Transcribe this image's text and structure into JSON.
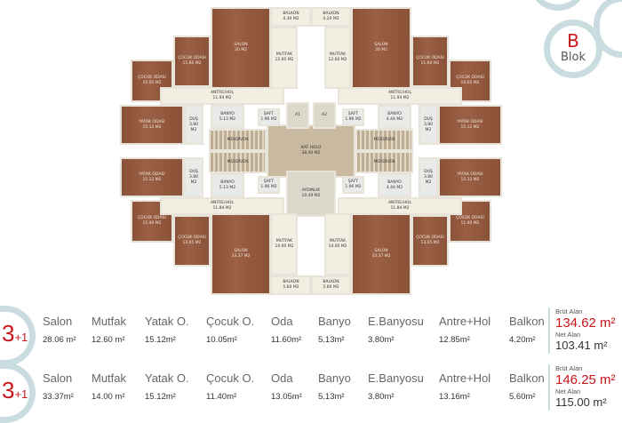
{
  "blok": {
    "letter": "B",
    "label": "Blok"
  },
  "plan": {
    "center": [
      {
        "name": "KAT HOLÜ",
        "area": "38.40 M2"
      },
      {
        "name": "AYDINLIK",
        "area": "10.49 M2"
      },
      {
        "name": "A1",
        "area": ""
      },
      {
        "name": "A2",
        "area": ""
      }
    ],
    "quadrants": [
      {
        "id": "top-left",
        "rooms": [
          {
            "name": "SALON",
            "area": "30 M2"
          },
          {
            "name": "BALKON",
            "area": "4.30 M2"
          },
          {
            "name": "MUTFAK",
            "area": "12.60 M2"
          },
          {
            "name": "ÇOCUK ODASI",
            "area": "11.60 M2"
          },
          {
            "name": "ÇOCUK ODASI",
            "area": "10.05 M2"
          },
          {
            "name": "YATAK ODASI",
            "area": "15.12 M2"
          },
          {
            "name": "DUŞ",
            "area": "3.80 M2"
          },
          {
            "name": "BANYO",
            "area": "5.13 M2"
          },
          {
            "name": "ANTRE/HOL",
            "area": "11.94 M2"
          },
          {
            "name": "ŞAFT",
            "area": "1.96 M2"
          },
          {
            "name": "MERDİVEN",
            "area": ""
          }
        ]
      },
      {
        "id": "top-right",
        "rooms": [
          {
            "name": "SALON",
            "area": "30 M2"
          },
          {
            "name": "BALKON",
            "area": "4.20 M2"
          },
          {
            "name": "MUTFAK",
            "area": "12.60 M2"
          },
          {
            "name": "ÇOCUK ODASI",
            "area": "11.60 M2"
          },
          {
            "name": "ÇOCUK ODASI",
            "area": "10.05 M2"
          },
          {
            "name": "YATAK ODASI",
            "area": "15.12 M2"
          },
          {
            "name": "DUŞ",
            "area": "3.80 M2"
          },
          {
            "name": "BANYO",
            "area": "4.44 M2"
          },
          {
            "name": "ANTRE/HOL",
            "area": "11.94 M2"
          },
          {
            "name": "ŞAFT",
            "area": "1.96 M2"
          },
          {
            "name": "MERDİVEN",
            "area": ""
          }
        ]
      },
      {
        "id": "bottom-left",
        "rooms": [
          {
            "name": "SALON",
            "area": "33.37 M2"
          },
          {
            "name": "BALKON",
            "area": "5.60 M2"
          },
          {
            "name": "MUTFAK",
            "area": "14.00 M2"
          },
          {
            "name": "ÇOCUK ODASI",
            "area": "13.05 M2"
          },
          {
            "name": "ÇOCUK ODASI",
            "area": "11.40 M2"
          },
          {
            "name": "YATAK ODASI",
            "area": "15.12 M2"
          },
          {
            "name": "DUŞ",
            "area": "3.80 M2"
          },
          {
            "name": "BANYO",
            "area": "5.13 M2"
          },
          {
            "name": "ANTRE/HOL",
            "area": "11.84 M2"
          },
          {
            "name": "ŞAFT",
            "area": "1.96 M2"
          },
          {
            "name": "MERDİVEN",
            "area": ""
          }
        ]
      },
      {
        "id": "bottom-right",
        "rooms": [
          {
            "name": "SALON",
            "area": "33.37 M2"
          },
          {
            "name": "BALKON",
            "area": "5.60 M2"
          },
          {
            "name": "MUTFAK",
            "area": "14.00 M2"
          },
          {
            "name": "ÇOCUK ODASI",
            "area": "13.05 M2"
          },
          {
            "name": "ÇOCUK ODASI",
            "area": "11.40 M2"
          },
          {
            "name": "YATAK ODASI",
            "area": "15.12 M2"
          },
          {
            "name": "DUŞ",
            "area": "3.80 M2"
          },
          {
            "name": "BANYO",
            "area": "4.44 M2"
          },
          {
            "name": "ANTRE/HOL",
            "area": "11.84 M2"
          },
          {
            "name": "ŞAFT",
            "area": "1.96 M2"
          },
          {
            "name": "MERDİVEN",
            "area": ""
          }
        ]
      }
    ]
  },
  "units": [
    {
      "type_main": "3",
      "type_sub": "+1",
      "rooms": [
        {
          "label": "Salon",
          "value": "28.06 m²"
        },
        {
          "label": "Mutfak",
          "value": "12.60 m²"
        },
        {
          "label": "Yatak O.",
          "value": "15.12m²"
        },
        {
          "label": "Çocuk O.",
          "value": "10.05m²"
        },
        {
          "label": "Oda",
          "value": "11.60m²"
        },
        {
          "label": "Banyo",
          "value": "5.13m²"
        },
        {
          "label": "E.Banyosu",
          "value": "3.80m²"
        },
        {
          "label": "Antre+Hol",
          "value": "12.85m²"
        },
        {
          "label": "Balkon",
          "value": "4.20m²"
        }
      ],
      "brut_label": "Brüt Alan",
      "brut": "134.62 m²",
      "net_label": "Net Alan",
      "net": "103.41 m²"
    },
    {
      "type_main": "3",
      "type_sub": "+1",
      "rooms": [
        {
          "label": "Salon",
          "value": "33.37m²"
        },
        {
          "label": "Mutfak",
          "value": "14.00 m²"
        },
        {
          "label": "Yatak O.",
          "value": "15.12m²"
        },
        {
          "label": "Çocuk O.",
          "value": "11.40m²"
        },
        {
          "label": "Oda",
          "value": "13.05m²"
        },
        {
          "label": "Banyo",
          "value": "5.13m²"
        },
        {
          "label": "E.Banyosu",
          "value": "3.80m²"
        },
        {
          "label": "Antre+Hol",
          "value": "13.16m²"
        },
        {
          "label": "Balkon",
          "value": "5.60m²"
        }
      ],
      "brut_label": "Brüt Alan",
      "brut": "146.25 m²",
      "net_label": "Net Alan",
      "net": "115.00 m²"
    }
  ]
}
